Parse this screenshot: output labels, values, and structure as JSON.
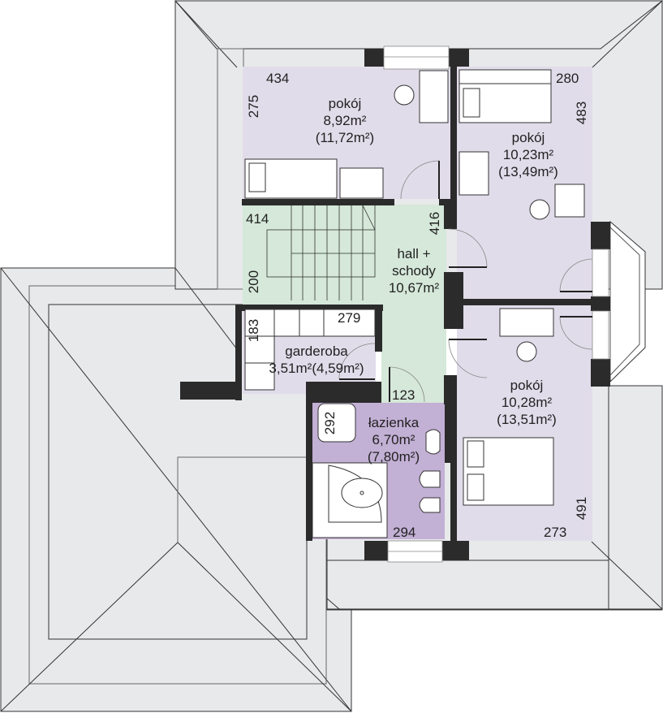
{
  "plan": {
    "colors": {
      "roof": "#e8e9eb",
      "roof_line": "#333333",
      "wall": "#2b2b2b",
      "room_purple_light": "#e1dcea",
      "hall_green": "#d5e8d9",
      "bathroom_purple": "#c3b0d5",
      "furniture": "#ffffff"
    },
    "rooms": [
      {
        "id": "room-nw",
        "name": "pokój",
        "area": "8,92m²",
        "area_gross": "(11,72m²)",
        "dims": [
          "434",
          "275"
        ]
      },
      {
        "id": "room-ne",
        "name": "pokój",
        "area": "10,23m²",
        "area_gross": "(13,49m²)",
        "dims": [
          "280",
          "483"
        ]
      },
      {
        "id": "hall",
        "name": "hall +",
        "name2": "schody",
        "area": "10,67m²",
        "dims": [
          "414",
          "200",
          "416"
        ]
      },
      {
        "id": "wardrobe",
        "name": "garderoba",
        "area": "3,51m²(4,59m²)",
        "dims": [
          "279",
          "183"
        ]
      },
      {
        "id": "bathroom",
        "name": "łazienka",
        "area": "6,70m²",
        "area_gross": "(7,80m²)",
        "dims": [
          "294",
          "292",
          "123"
        ]
      },
      {
        "id": "room-se",
        "name": "pokój",
        "area": "10,28m²",
        "area_gross": "(13,51m²)",
        "dims": [
          "273",
          "491"
        ]
      }
    ]
  }
}
